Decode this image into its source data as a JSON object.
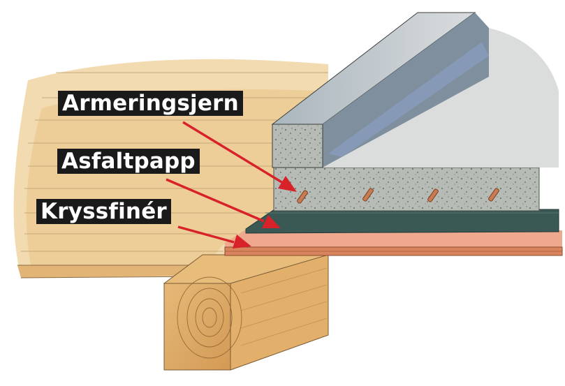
{
  "labels": {
    "armeringsjern": "Armeringsjern",
    "asfaltpapp": "Asfaltpapp",
    "kryssfiner": "Kryssfinér"
  },
  "colors": {
    "arrow": "#d8222a",
    "label_bg": "#1a1a1a",
    "label_text": "#ffffff",
    "wood": "#e9c48f",
    "concrete": "#b3b8b2",
    "asphalt": "#3a5552",
    "plywood": "#e39a7e",
    "rebar": "#c87a52"
  },
  "icons": {
    "arrow": "red-arrow-icon",
    "rebar": "rebar-cross-section-icon"
  }
}
